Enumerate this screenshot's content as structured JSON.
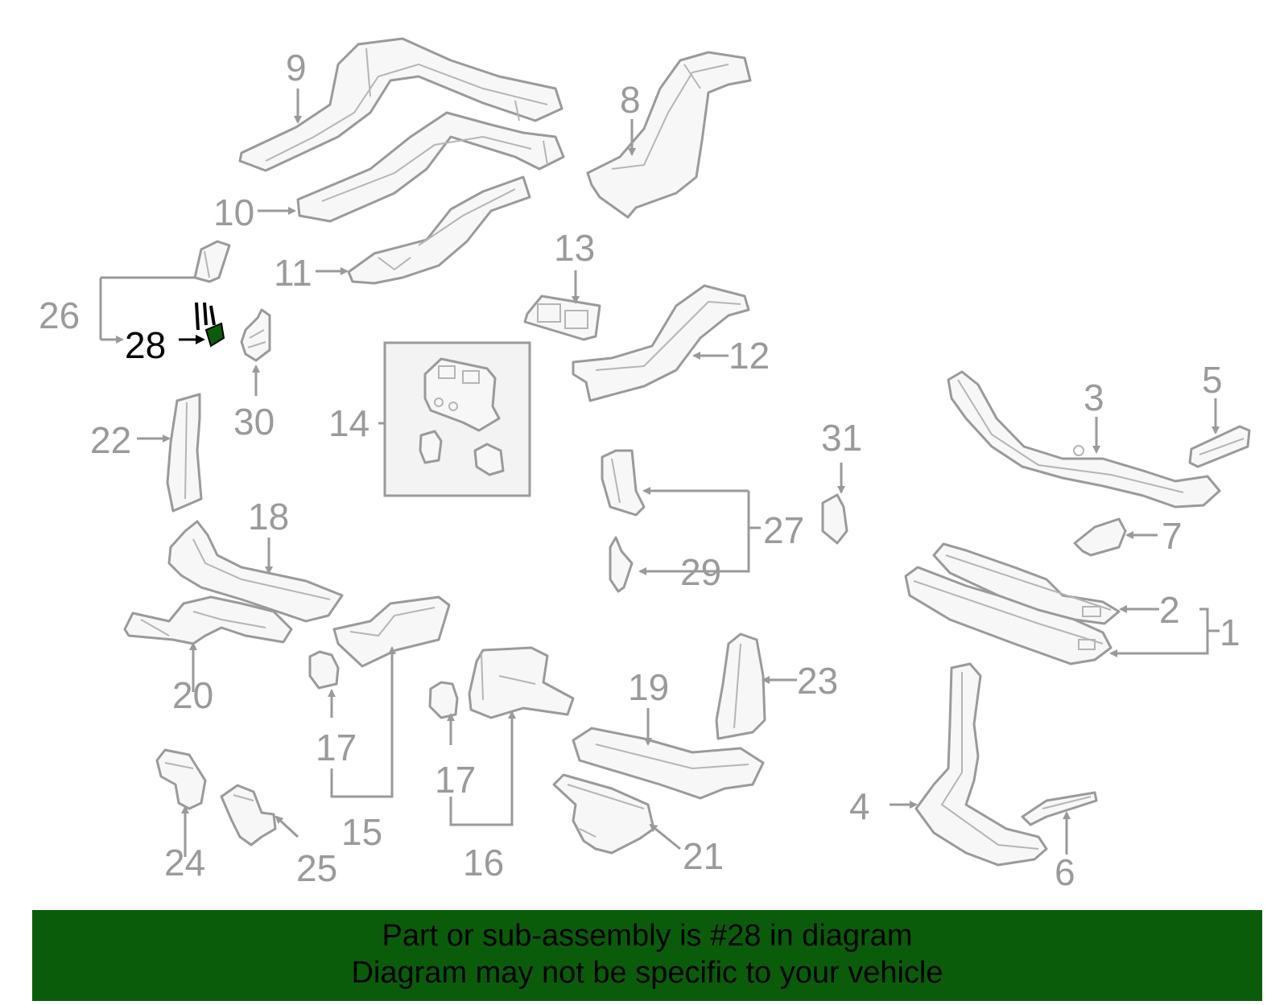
{
  "callouts": {
    "c1": "1",
    "c2": "2",
    "c3": "3",
    "c4": "4",
    "c5": "5",
    "c6": "6",
    "c7": "7",
    "c8": "8",
    "c9": "9",
    "c10": "10",
    "c11": "11",
    "c12": "12",
    "c13": "13",
    "c14": "14",
    "c15": "15",
    "c16": "16",
    "c17a": "17",
    "c17b": "17",
    "c18": "18",
    "c19": "19",
    "c20": "20",
    "c21": "21",
    "c22": "22",
    "c23": "23",
    "c24": "24",
    "c25": "25",
    "c26": "26",
    "c27": "27",
    "c28": "28",
    "c29": "29",
    "c30": "30",
    "c31": "31"
  },
  "highlight": {
    "part_number": "28",
    "color": "#0a5c0a"
  },
  "banner": {
    "line1": "Part or sub-assembly is #28 in diagram",
    "line2": "Diagram may not be specific to your vehicle",
    "background": "#0a5c0a"
  }
}
